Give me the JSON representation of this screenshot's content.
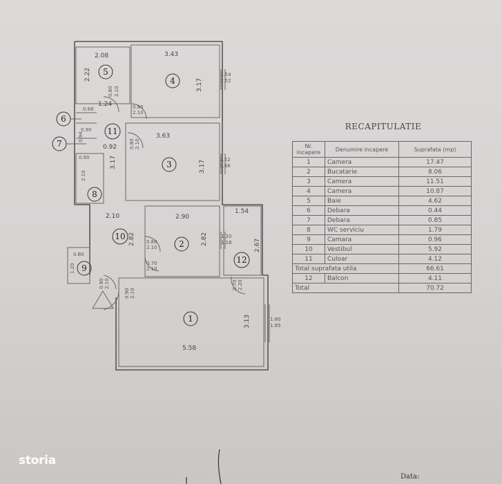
{
  "plan": {
    "rooms": [
      {
        "id": "1",
        "dims": [
          "5.58",
          "3.13"
        ]
      },
      {
        "id": "2",
        "dims": [
          "2.90",
          "2.82"
        ]
      },
      {
        "id": "3",
        "dims": [
          "3.63",
          "3.17"
        ]
      },
      {
        "id": "4",
        "dims": [
          "3.43",
          "3.17"
        ]
      },
      {
        "id": "5",
        "dims": [
          "2.08",
          "2.22"
        ]
      },
      {
        "id": "6",
        "dims": [
          "0.68"
        ]
      },
      {
        "id": "7",
        "dims": [
          "0.90",
          "0.94"
        ]
      },
      {
        "id": "8",
        "dims": [
          "0.90",
          "2.10"
        ]
      },
      {
        "id": "9",
        "dims": [
          "0.80",
          "1.20"
        ]
      },
      {
        "id": "10",
        "dims": [
          "2.10",
          "2.82"
        ]
      },
      {
        "id": "11",
        "dims": [
          "1.24",
          "0.92",
          "3.17"
        ]
      },
      {
        "id": "12",
        "dims": [
          "1.54",
          "2.67"
        ]
      }
    ],
    "openings": {
      "w4": [
        "1.54",
        "1.52"
      ],
      "w3": [
        "1.52",
        "1.48"
      ],
      "w12": [
        "1.20",
        "1.18"
      ],
      "w1": [
        "1.80",
        "1.85"
      ],
      "d_a": [
        "0.80",
        "2.10"
      ],
      "d_b": [
        "0.80",
        "2.10"
      ],
      "d_c": [
        "0.80",
        "2.10"
      ],
      "d_d": [
        "0.80",
        "2.10"
      ],
      "d_e": [
        "0.70",
        "2.10"
      ],
      "d_f": [
        "0.90",
        "2.10"
      ],
      "d_g": [
        "0.90",
        "2.10"
      ],
      "d_h": [
        "0.70",
        "2.20"
      ]
    }
  },
  "table": {
    "title": "RECAPITULATIE",
    "headers": [
      "Nr. incapere",
      "Denumire incapere",
      "Suprafata (mp)"
    ],
    "rows": [
      [
        "1",
        "Camera",
        "17.47"
      ],
      [
        "2",
        "Bucatarie",
        "8.06"
      ],
      [
        "3",
        "Camera",
        "11.51"
      ],
      [
        "4",
        "Camera",
        "10.87"
      ],
      [
        "5",
        "Baie",
        "4.62"
      ],
      [
        "6",
        "Debara",
        "0.44"
      ],
      [
        "7",
        "Debara",
        "0.85"
      ],
      [
        "8",
        "WC serviciu",
        "1.79"
      ],
      [
        "9",
        "Camara",
        "0.96"
      ],
      [
        "10",
        "Vestibul",
        "5.92"
      ],
      [
        "11",
        "Culoar",
        "4.12"
      ]
    ],
    "total_util": {
      "label": "Total suprafata utila",
      "value": "66.61"
    },
    "balcony": [
      "12",
      "Balcon",
      "4.11"
    ],
    "total": {
      "label": "Total",
      "value": "70.72"
    }
  },
  "footer": {
    "logo": "storia",
    "date_label": "Data:"
  }
}
